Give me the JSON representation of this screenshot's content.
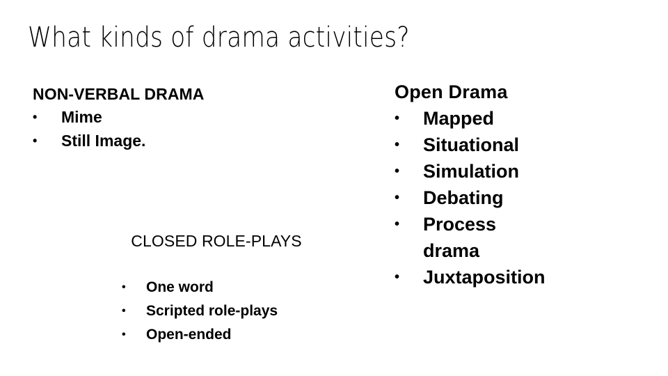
{
  "slide": {
    "title": "What kinds of drama activities?",
    "background_color": "#ffffff",
    "text_color": "#000000",
    "bullet_glyph": "•"
  },
  "blocks": {
    "non_verbal": {
      "heading": "NON-VERBAL DRAMA",
      "items": [
        {
          "text": "Mime"
        },
        {
          "text": "Still Image."
        }
      ]
    },
    "closed_role_plays": {
      "heading": "CLOSED ROLE-PLAYS",
      "items": [
        {
          "text": "One word"
        },
        {
          "text": "Scripted role-plays"
        },
        {
          "text": "Open-ended"
        }
      ]
    },
    "open_drama": {
      "heading": "Open Drama",
      "items": [
        {
          "text": "Mapped",
          "continuation": ""
        },
        {
          "text": "Situational",
          "continuation": ""
        },
        {
          "text": "Simulation",
          "continuation": ""
        },
        {
          "text": "Debating",
          "continuation": ""
        },
        {
          "text": "Process",
          "continuation": "drama"
        },
        {
          "text": "Juxtaposition",
          "continuation": ""
        }
      ]
    }
  }
}
